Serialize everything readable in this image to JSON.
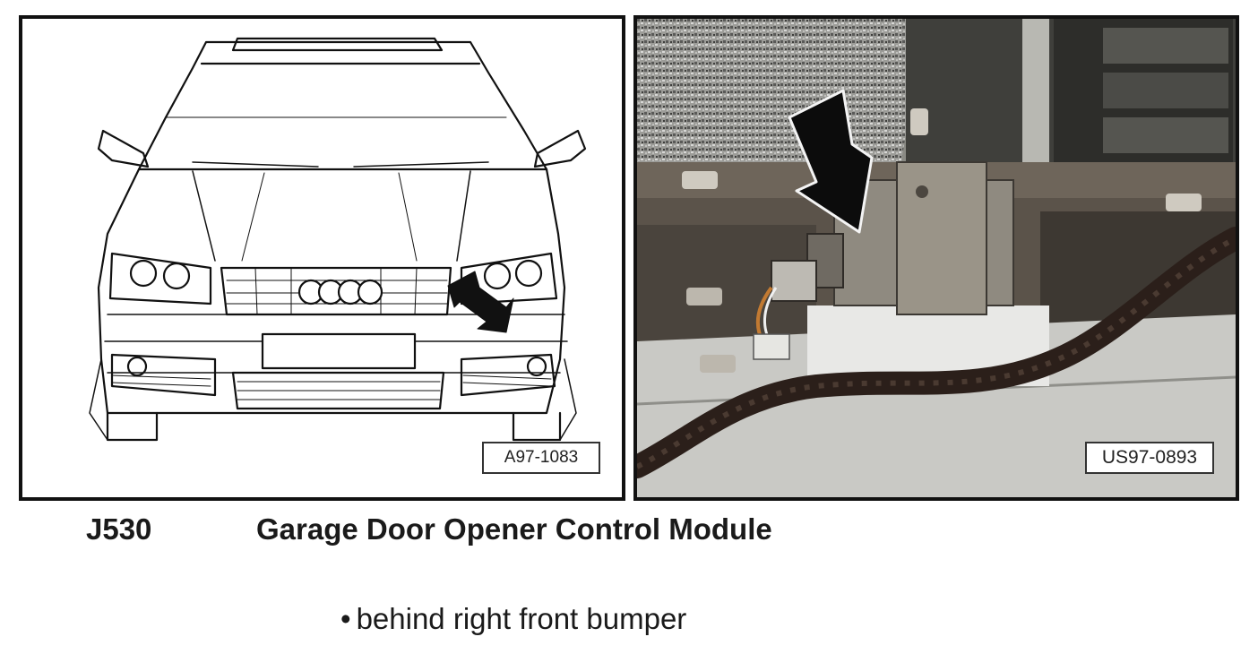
{
  "figures": {
    "left": {
      "label": "A97-1083"
    },
    "right": {
      "label": "US97-0893"
    }
  },
  "component": {
    "code": "J530",
    "name": "Garage Door Opener Control Module"
  },
  "location": {
    "bullet": "•",
    "text": "behind right front bumper"
  }
}
